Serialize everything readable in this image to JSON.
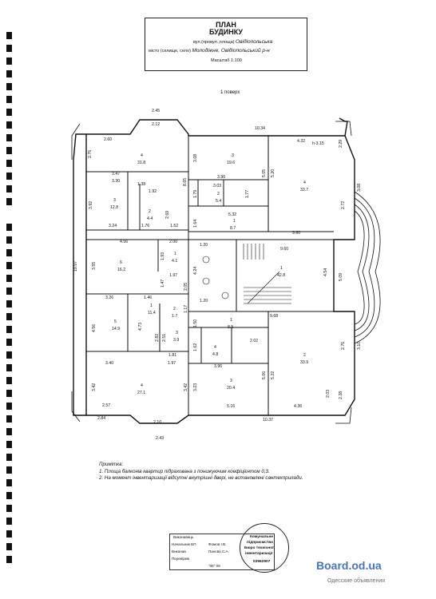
{
  "header": {
    "title1": "ПЛАН",
    "title2": "БУДИНКУ",
    "street_label": "вул.(провул.,площа)",
    "street_value": "Овідіопольська",
    "city_label": "місто (селище, село)",
    "city_value": "Молодіжне, Овідіопольський р-н",
    "scale": "Масштаб 1:100"
  },
  "floor_label": "1 поверх",
  "dimensions": {
    "top1": "2.45",
    "top2": "2.12",
    "top3": "10.34",
    "top4": "2.60",
    "top5": "4.32",
    "top6": "h-3.15",
    "left_total": "19.97",
    "bottom1": "2.84",
    "bottom2": "2.10",
    "bottom3": "2.43",
    "bottom4": "10.37",
    "d1": "2.76",
    "d2": "3.47",
    "d3": "3.30",
    "d4": "3.92",
    "d5": "3.24",
    "d6": "1.38",
    "d7": "1.92",
    "d8": "2.69",
    "d9": "1.76",
    "d10": "1.52",
    "d11": "8.65",
    "d12": "3.08",
    "d13": "3.90",
    "d14": "5.05",
    "d15": "5.20",
    "d16": "3.03",
    "d17": "1.79",
    "d18": "1.77",
    "d19": "5.32",
    "d20": "1.64",
    "d21": "9.60",
    "d22": "2.29",
    "d23": "2.72",
    "d24": "3.08",
    "d25": "4.56",
    "d26": "2.00",
    "d27": "3.55",
    "d28": "1.93",
    "d29": "1.20",
    "d30": "9.60",
    "d31": "4.24",
    "d32": "1.97",
    "d33": "1.47",
    "d34": "2.05",
    "d35": "4.54",
    "d36": "5.09",
    "d37": "3.26",
    "d38": "1.46",
    "d39": "1.20",
    "d40": "9.68",
    "d41": "4.56",
    "d42": "4.73",
    "d43": "1.17",
    "d44": "2.82",
    "d45": "2.51",
    "d46": "1.50",
    "d47": "2.02",
    "d48": "1.62",
    "d49": "2.76",
    "d50": "3.10",
    "d51": "1.81",
    "d52": "3.40",
    "d53": "1.97",
    "d54": "3.96",
    "d55": "5.06",
    "d56": "5.22",
    "d57": "3.42",
    "d58": "3.42",
    "d59": "3.23",
    "d60": "2.03",
    "d61": "2.28",
    "d62": "2.57",
    "d63": "5.16",
    "d64": "4.36"
  },
  "rooms": [
    {
      "id": "4",
      "area": "31.8"
    },
    {
      "id": "3",
      "area": "19.6"
    },
    {
      "id": "4",
      "area": "33.7"
    },
    {
      "id": "3",
      "area": "12.8"
    },
    {
      "id": "2",
      "area": "4.4"
    },
    {
      "id": "2",
      "area": "5.4"
    },
    {
      "id": "1",
      "area": "8.7"
    },
    {
      "id": "6",
      "area": "16.2"
    },
    {
      "id": "1",
      "area": "4.1"
    },
    {
      "id": "1",
      "area": "42.8"
    },
    {
      "id": "1",
      "area": "11.4"
    },
    {
      "id": "2",
      "area": "1.7"
    },
    {
      "id": "5",
      "area": "14.9"
    },
    {
      "id": "3",
      "area": "3.9"
    },
    {
      "id": "1",
      "area": "8.5"
    },
    {
      "id": "4",
      "area": "4.8"
    },
    {
      "id": "2",
      "area": "33.9"
    },
    {
      "id": "4",
      "area": "27.1"
    },
    {
      "id": "3",
      "area": "20.4"
    }
  ],
  "notes": {
    "title": "Примітка:",
    "line1": "1. Площа балконів квартир підрахована з понижуючим коефіцієнтом 0,3.",
    "line2": "2. На момент інвентаризації відсутні внутрішні двері, не встановлені сантехприлади."
  },
  "stamp": {
    "executed": "Виконавець",
    "head": "Начальник БП",
    "head_name": "Фомов І.В.",
    "executor": "Виконав",
    "executor_name": "Панєва С.А.",
    "checked": "Перевірив",
    "date": "\"06\"  06"
  },
  "seal": {
    "line1": "Комунальне",
    "line2": "підприємство",
    "line3": "Бюро технічної",
    "line4": "інвентаризації",
    "code": "03962907"
  },
  "watermark": {
    "site": "Board.od.ua",
    "tagline": "Одесские объявления"
  }
}
